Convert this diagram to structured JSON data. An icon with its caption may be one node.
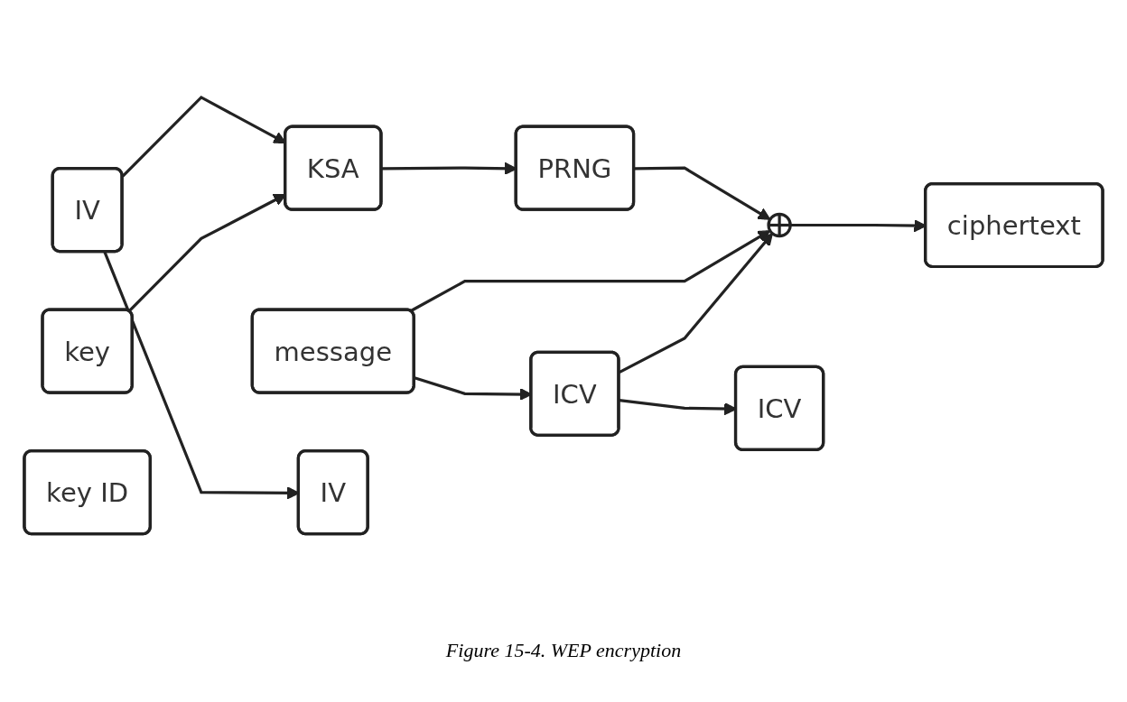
{
  "diagram": {
    "caption": "Figure 15-4. WEP encryption",
    "nodes": [
      {
        "text": [
          "IV"
        ]
      },
      {
        "text": [
          "key"
        ]
      },
      {
        "text": [
          "KSA"
        ]
      },
      {
        "text": [
          "PRNG"
        ]
      },
      {
        "text": [
          "message"
        ]
      },
      {
        "text": [
          "ICV"
        ]
      },
      {
        "text": [],
        "shape": "circle"
      },
      {
        "text": [
          "IV"
        ]
      },
      {
        "text": [
          "key ID"
        ]
      },
      {
        "text": [
          "ciphertext"
        ]
      },
      {
        "text": [
          "ICV"
        ]
      }
    ],
    "edges": [
      {
        "from": 0,
        "to": 7,
        "arrow": "to"
      },
      {
        "from": 0,
        "to": 2,
        "arrow": "to"
      },
      {
        "from": 1,
        "to": 2,
        "arrow": "to"
      },
      {
        "from": 2,
        "to": 3,
        "arrow": "to"
      },
      {
        "from": 3,
        "to": 6,
        "arrow": "to"
      },
      {
        "from": 4,
        "to": 6,
        "arrow": "to"
      },
      {
        "from": 4,
        "to": 5,
        "arrow": "to"
      },
      {
        "from": 5,
        "to": 6,
        "arrow": "to"
      },
      {
        "from": 6,
        "to": 9,
        "arrow": "to"
      },
      {
        "from": 5,
        "to": 10,
        "arrow": "to"
      }
    ]
  }
}
